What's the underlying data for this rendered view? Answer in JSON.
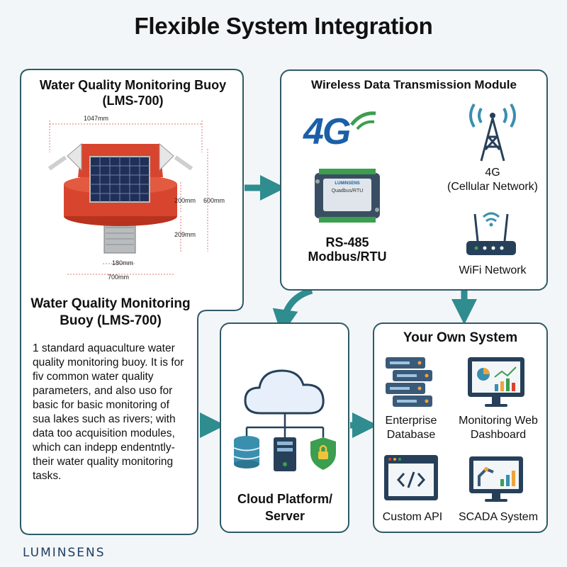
{
  "title": "Flexible System Integration",
  "buoy": {
    "panel_title": "Water Quality Monitoring Buoy (LMS-700)",
    "heading": "Water Quality Monitoring Buoy (LMS-700)",
    "dims": {
      "width_top": "1047mm",
      "height_float": "200mm",
      "height_total": "600mm",
      "height_pipe": "209mm",
      "pipe_diameter": "180mm",
      "width_bottom": "700mm"
    },
    "description": "1 standard aquaculture water quality monitoring buoy. It is for fiv common water quality parameters, and also uso for basic for basic monitoring of sua lakes such as rivers; with data too acquisition modules, which can indepp endentntly- their water quality monitoring tasks."
  },
  "wireless": {
    "panel_title": "Wireless Data Transmission Module",
    "badge": "4G",
    "device_brand": "LUMINSENS",
    "device_model": "Quadbus/RTU",
    "protocol_line1": "RS-485",
    "protocol_line2": "Modbus/RTU",
    "cellular_line1": "4G",
    "cellular_line2": "(Cellular Network)",
    "wifi": "WiFi Network"
  },
  "cloud": {
    "label_line1": "Cloud Platform/",
    "label_line2": "Server"
  },
  "own_system": {
    "panel_title": "Your Own System",
    "items": [
      {
        "line1": "Enterprise",
        "line2": "Database"
      },
      {
        "line1": "Monitoring Web",
        "line2": "Dashboard"
      },
      {
        "line1": "Custom API",
        "line2": ""
      },
      {
        "line1": "SCADA System",
        "line2": ""
      }
    ]
  },
  "brand": "LUMINSENS",
  "colors": {
    "arrow": "#2f8c8f",
    "border": "#2e5a68",
    "buoy_red": "#d8452f",
    "icon_navy": "#27405a",
    "badge_blue": "#1b5fa8",
    "accent_green": "#3c9e4f"
  }
}
